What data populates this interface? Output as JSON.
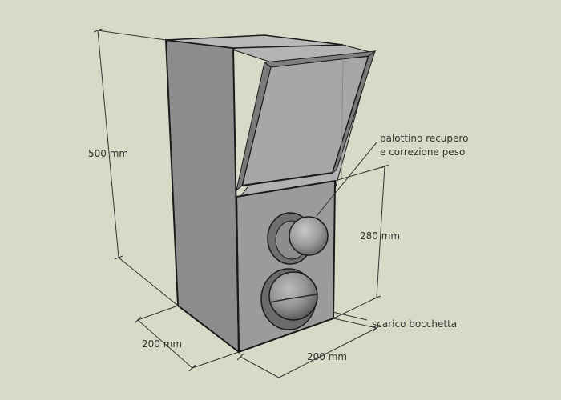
{
  "labels": {
    "height_total": "500 mm",
    "height_lower": "280 mm",
    "depth": "200 mm",
    "width": "200 mm",
    "annotation_recupero_line1": "palottino recupero",
    "annotation_recupero_line2": "e correzione peso",
    "annotation_scarico": "scarico bocchetta"
  },
  "colors": {
    "background": "#d9d9c7",
    "front_panel": "#9a9a9a",
    "side_panel": "#8a8a8a",
    "interior": "#b8b8b8",
    "glass": "#a9a9a9",
    "edge": "#1a1a1a",
    "dimension_line": "#333333"
  }
}
